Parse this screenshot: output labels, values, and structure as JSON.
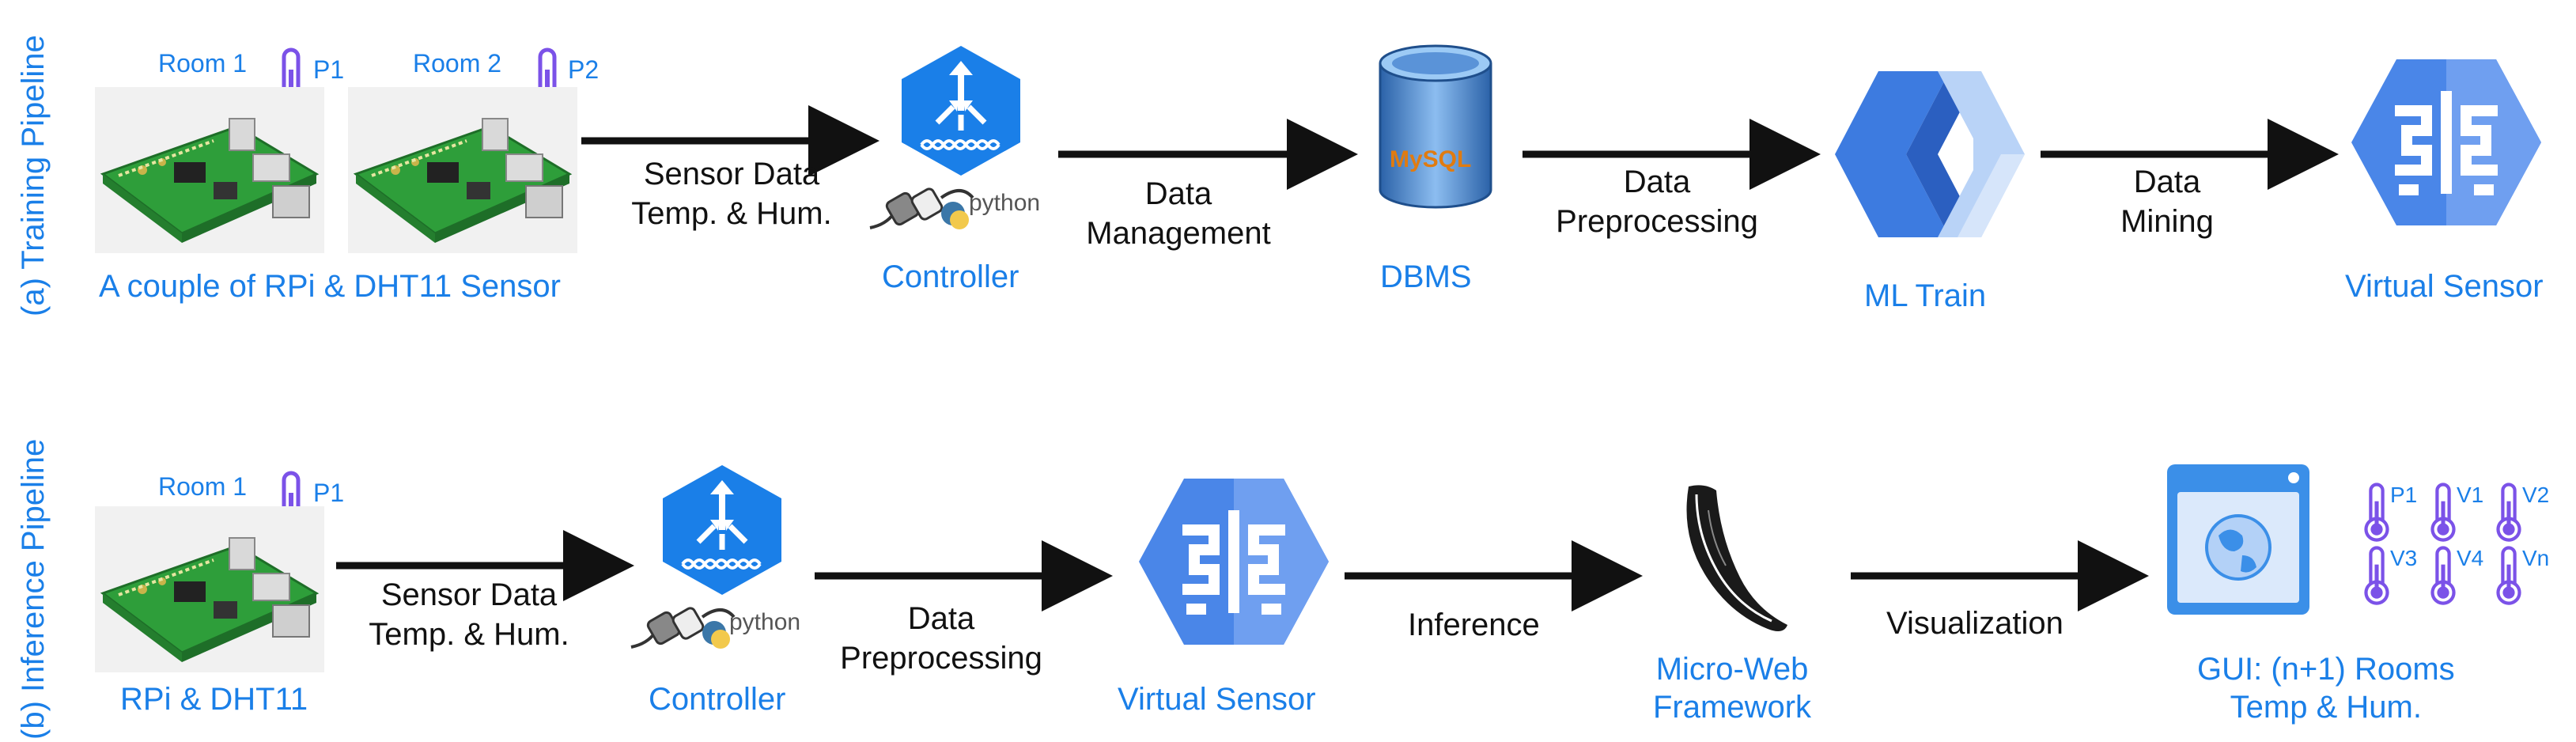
{
  "pipelines": {
    "training": {
      "label": "(a) Training Pipeline",
      "rooms": [
        {
          "name": "Room 1",
          "probe": "P1"
        },
        {
          "name": "Room 2",
          "probe": "P2"
        }
      ],
      "rpi_caption": "A couple of RPi & DHT11 Sensor",
      "edge1": [
        "Sensor Data",
        "Temp. & Hum."
      ],
      "controller": "Controller",
      "python_text": "python",
      "edge2": [
        "Data",
        "Management"
      ],
      "dbms": "DBMS",
      "mysql_text": "MySQL",
      "edge3": [
        "Data",
        "Preprocessing"
      ],
      "ml_train": "ML Train",
      "edge4": [
        "Data",
        "Mining"
      ],
      "virtual_sensor": "Virtual Sensor"
    },
    "inference": {
      "label": "(b) Inference Pipeline",
      "room": {
        "name": "Room 1",
        "probe": "P1"
      },
      "rpi_caption": "RPi & DHT11",
      "edge1": [
        "Sensor Data",
        "Temp. & Hum."
      ],
      "controller": "Controller",
      "python_text": "python",
      "edge2": [
        "Data",
        "Preprocessing"
      ],
      "virtual_sensor": "Virtual Sensor",
      "edge3": "Inference",
      "framework": [
        "Micro-Web",
        "Framework"
      ],
      "edge4": "Visualization",
      "gui": [
        "GUI: (n+1) Rooms",
        "Temp & Hum."
      ],
      "sensors": [
        "P1",
        "V1",
        "V2",
        "V3",
        "V4",
        "Vn"
      ]
    }
  },
  "colors": {
    "accent_blue": "#1a7fe8",
    "thermo_purple": "#7b52e8",
    "board_green": "#2e9e3a",
    "hex_blue": "#1a7fe8",
    "brain_blue": "#4a86e8",
    "arrow_black": "#111111"
  },
  "icons": [
    "thermometer-icon",
    "raspberry-pi-board-icon",
    "controller-hexagon-icon",
    "plug-icon",
    "python-logo-icon",
    "database-cylinder-icon",
    "ml-train-icon",
    "brain-icon",
    "flask-horn-icon",
    "browser-globe-icon"
  ]
}
